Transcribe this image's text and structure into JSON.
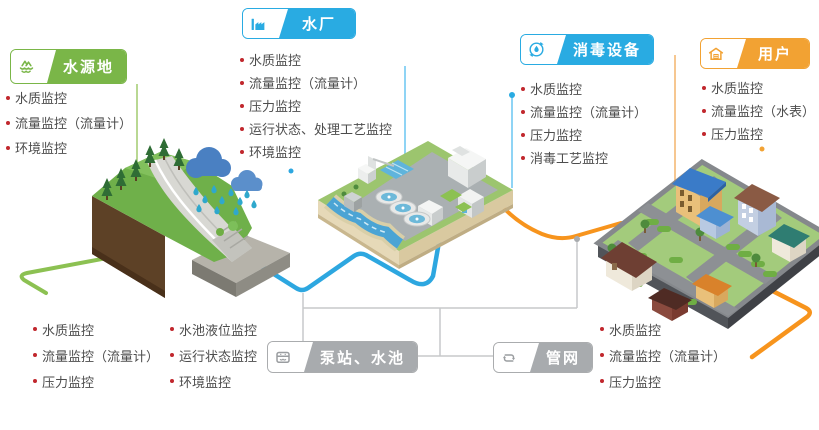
{
  "palette": {
    "green": "#7ab648",
    "blue": "#29abe2",
    "orange": "#f2a233",
    "gray": "#a8abae",
    "bullet_red": "#c1272d",
    "text": "#4d4d4d",
    "flow_green": "#8cc152",
    "flow_blue": "#2da7e0",
    "flow_orange": "#f7941d",
    "connector_gray": "#c7c8ca"
  },
  "icons": {
    "source": "mountain-water-icon",
    "plant": "factory-icon",
    "disinfect": "droplet-recycle-icon",
    "user": "house-icon",
    "pump": "pump-tank-icon",
    "network": "pipe-loop-icon"
  },
  "nodes": {
    "source": {
      "label": "水源地",
      "items": [
        "水质监控",
        "流量监控（流量计）",
        "环境监控"
      ]
    },
    "plant": {
      "label": "水厂",
      "items": [
        "水质监控",
        "流量监控（流量计）",
        "压力监控",
        "运行状态、处理工艺监控",
        "环境监控"
      ]
    },
    "disinfect": {
      "label": "消毒设备",
      "items": [
        "水质监控",
        "流量监控（流量计）",
        "压力监控",
        "消毒工艺监控"
      ]
    },
    "user": {
      "label": "用户",
      "items": [
        "水质监控",
        "流量监控（水表）",
        "压力监控"
      ]
    },
    "pump": {
      "label": "泵站、水池",
      "items_left": [
        "水质监控",
        "流量监控（流量计）",
        "压力监控"
      ],
      "items_right": [
        "水池液位监控",
        "运行状态监控",
        "环境监控"
      ]
    },
    "network": {
      "label": "管网",
      "items": [
        "水质监控",
        "流量监控（流量计）",
        "压力监控"
      ]
    }
  }
}
